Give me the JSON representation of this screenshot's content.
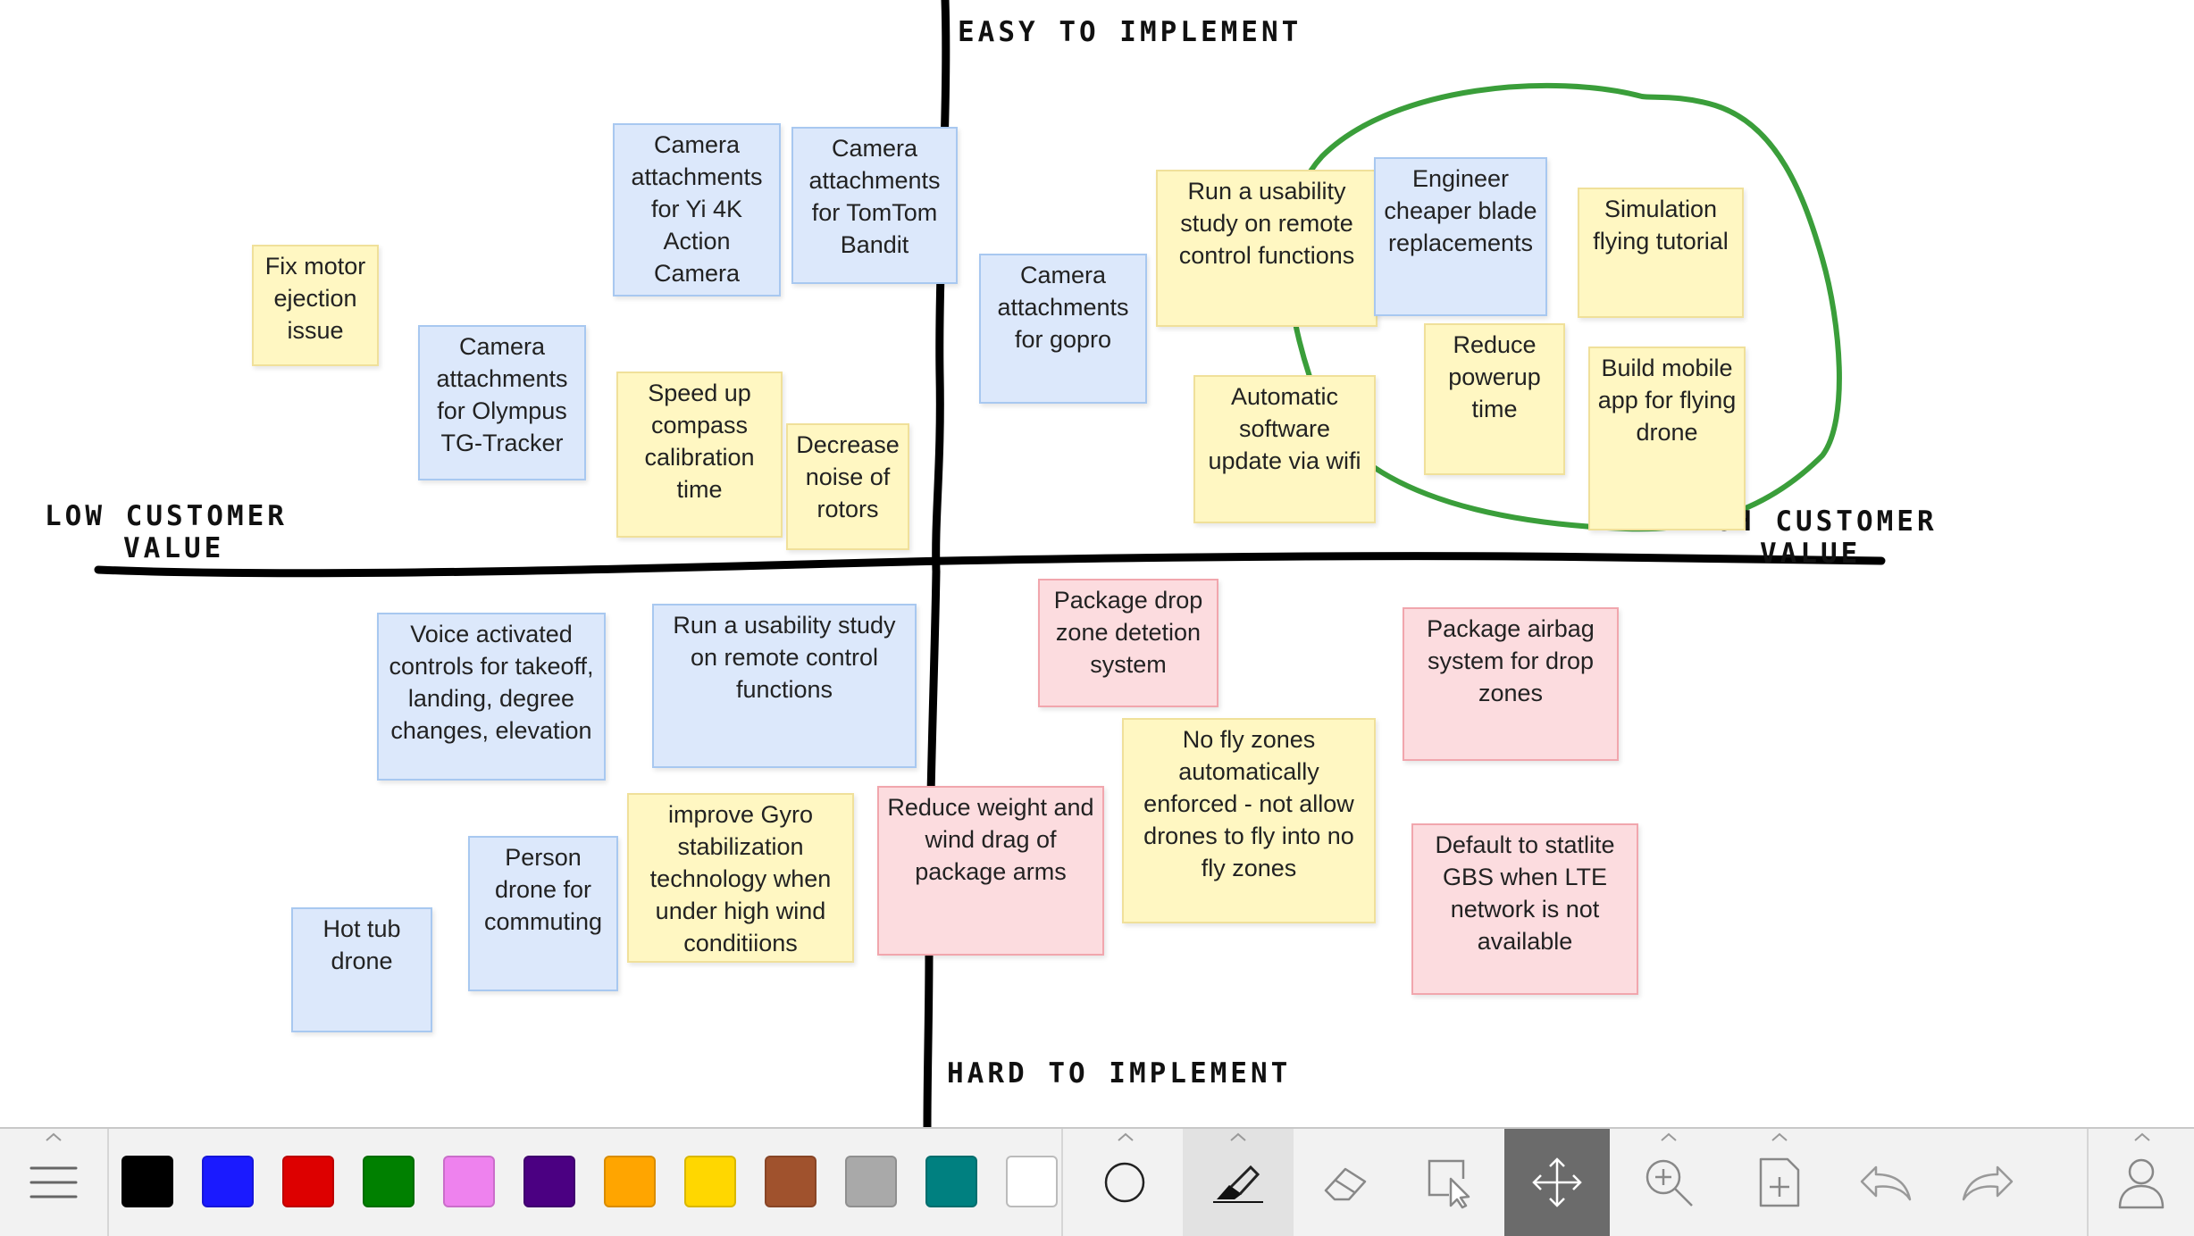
{
  "axes": {
    "top": "EASY TO IMPLEMENT",
    "bottom": "HARD TO IMPLEMENT",
    "left_line1": "LOW CUSTOMER",
    "left_line2": "VALUE",
    "right_line1": "HIGH CUSTOMER",
    "right_line2": "VALUE"
  },
  "notes": {
    "fix_motor": "Fix motor ejection issue",
    "cam_yi": "Camera attachments for Yi 4K Action Camera",
    "cam_tomtom": "Camera attachments for TomTom Bandit",
    "cam_olympus": "Camera attachments for Olympus TG-Tracker",
    "speed_compass": "Speed up compass calibration time",
    "decrease_noise": "Decrease noise of rotors",
    "cam_gopro": "Camera attachments for gopro",
    "usability_top": "Run a usability study on remote control functions",
    "blade": "Engineer cheaper blade replacements",
    "simulation": "Simulation flying tutorial",
    "powerup": "Reduce powerup time",
    "mobile_app": "Build mobile app for flying drone",
    "auto_update": "Automatic software update via wifi",
    "voice": "Voice activated controls for takeoff, landing, degree changes, elevation",
    "usability_bottom": "Run a usability study on remote control functions",
    "package_drop": "Package drop zone detetion system",
    "airbag": "Package airbag system for drop zones",
    "no_fly": "No fly zones automatically enforced - not allow drones to fly into no fly zones",
    "gyro": "improve Gyro stabilization technology when under high wind conditiions",
    "reduce_weight": "Reduce weight and wind drag of package arms",
    "person_drone": "Person drone for commuting",
    "hot_tub": "Hot tub drone",
    "default_gbs": "Default to statlite GBS when LTE network is not available"
  },
  "colors": {
    "note_blue": "#dce8fb",
    "note_yellow": "#fff7c2",
    "note_pink": "#fcdcdf",
    "circle_stroke": "#3a9e3a",
    "active_tool_bg": "#6b6b6b"
  },
  "palette": [
    "#000000",
    "#1a1aff",
    "#dd0000",
    "#008000",
    "#ee82ee",
    "#4b0082",
    "#ffa500",
    "#ffd700",
    "#a0522d",
    "#a9a9a9",
    "#008080",
    "#ffffff"
  ],
  "toolbar": {
    "menu_icon": "hamburger-icon",
    "shape_icon": "circle-icon",
    "pen_icon": "marker-icon",
    "eraser_icon": "eraser-icon",
    "select_icon": "pointer-select-icon",
    "pan_icon": "move-arrows-icon",
    "zoom_icon": "zoom-in-icon",
    "add_page_icon": "add-page-icon",
    "undo_icon": "undo-icon",
    "redo_icon": "redo-icon",
    "user_icon": "user-icon",
    "active_tool": "move"
  }
}
